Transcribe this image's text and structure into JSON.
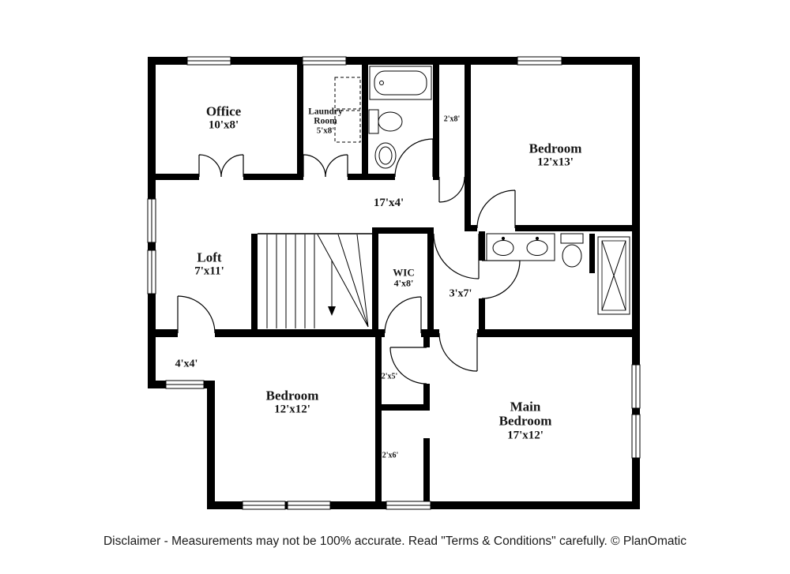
{
  "page": {
    "background": "#ffffff",
    "wall_color": "#000000",
    "line_color": "#000000"
  },
  "rooms": {
    "office": {
      "name": "Office",
      "dims": "10'x8'"
    },
    "laundry": {
      "name": "Laundry Room",
      "dims": "5'x8'"
    },
    "closet_top": {
      "dims": "2'x8'"
    },
    "bedroom_top": {
      "name": "Bedroom",
      "dims": "12'x13'"
    },
    "hallway": {
      "dims": "17'x4'"
    },
    "loft": {
      "name": "Loft",
      "dims": "7'x11'"
    },
    "wic": {
      "name": "WIC",
      "dims": "4'x8'"
    },
    "hall_small": {
      "dims": "3'x7'"
    },
    "nook": {
      "dims": "4'x4'"
    },
    "bedroom_bottom": {
      "name": "Bedroom",
      "dims": "12'x12'"
    },
    "closet_left": {
      "dims": "2'x5'"
    },
    "main_bedroom": {
      "name": "Main Bedroom",
      "dims": "17'x12'"
    },
    "closet_bottom": {
      "dims": "2'x6'"
    }
  },
  "fixtures": [
    "bathtub-icon",
    "toilet-icon",
    "pedestal-sink-icon",
    "washer-dryer-icon",
    "double-vanity-icon",
    "shower-icon",
    "stairs-icon",
    "window-icon",
    "door-swing-icon"
  ],
  "footer": {
    "disclaimer": "Disclaimer - Measurements may not be 100% accurate. Read \"Terms & Conditions\" carefully. © PlanOmatic"
  }
}
